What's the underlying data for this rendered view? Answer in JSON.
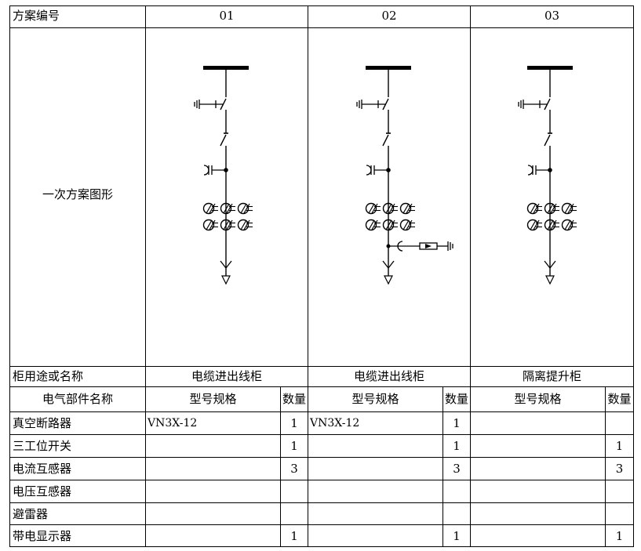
{
  "header": {
    "row_label": "方案编号",
    "scheme_numbers": [
      "01",
      "02",
      "03"
    ]
  },
  "diagram_section": {
    "row_label": "一次方案图形"
  },
  "usage_row": {
    "row_label": "柜用途或名称",
    "cabinet_names": [
      "电缆进出线柜",
      "电缆进出线柜",
      "隔离提升柜"
    ]
  },
  "parts_header": {
    "name_label": "电气部件名称",
    "model_label": "型号规格",
    "qty_label": "数量"
  },
  "parts": [
    {
      "name": "真空断路器",
      "cells": [
        {
          "model": "VN3X-12",
          "qty": "1"
        },
        {
          "model": "VN3X-12",
          "qty": "1"
        },
        {
          "model": "",
          "qty": ""
        }
      ]
    },
    {
      "name": "三工位开关",
      "cells": [
        {
          "model": "",
          "qty": "1"
        },
        {
          "model": "",
          "qty": "1"
        },
        {
          "model": "",
          "qty": "1"
        }
      ]
    },
    {
      "name": "电流互感器",
      "cells": [
        {
          "model": "",
          "qty": "3"
        },
        {
          "model": "",
          "qty": "3"
        },
        {
          "model": "",
          "qty": "3"
        }
      ]
    },
    {
      "name": "电压互感器",
      "cells": [
        {
          "model": "",
          "qty": ""
        },
        {
          "model": "",
          "qty": ""
        },
        {
          "model": "",
          "qty": ""
        }
      ]
    },
    {
      "name": "避雷器",
      "cells": [
        {
          "model": "",
          "qty": ""
        },
        {
          "model": "",
          "qty": ""
        },
        {
          "model": "",
          "qty": ""
        }
      ]
    },
    {
      "name": "带电显示器",
      "cells": [
        {
          "model": "",
          "qty": "1"
        },
        {
          "model": "",
          "qty": "1"
        },
        {
          "model": "",
          "qty": "1"
        }
      ]
    }
  ]
}
